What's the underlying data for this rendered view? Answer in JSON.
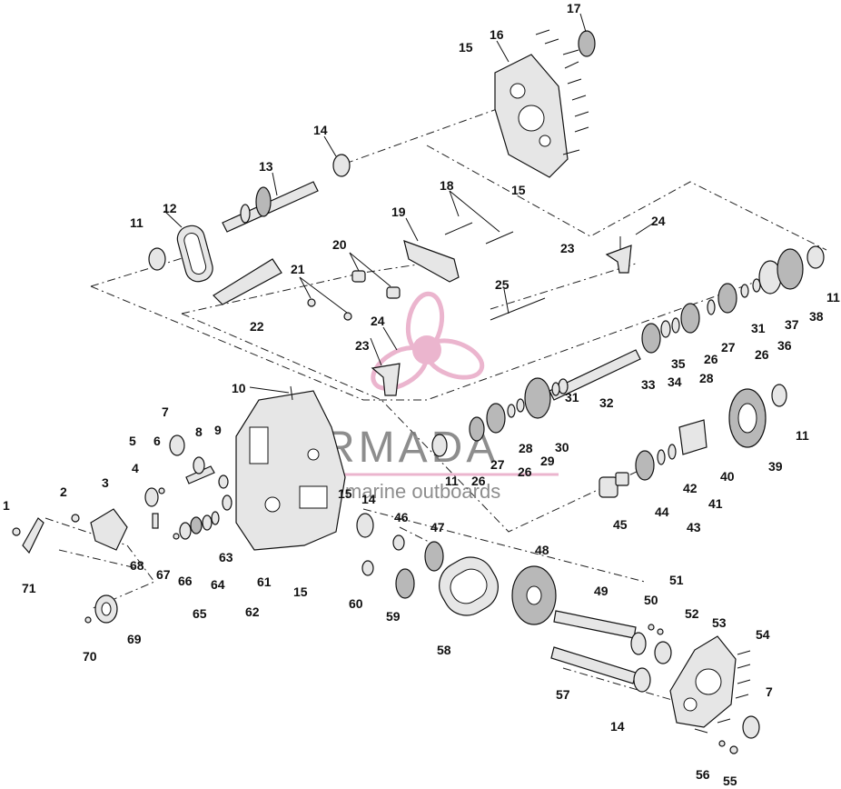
{
  "watermark": {
    "brand": "ARMADA",
    "tagline": "marine outboards",
    "color": "#e8a9c6"
  },
  "callouts": [
    "1",
    "2",
    "3",
    "4",
    "5",
    "6",
    "7",
    "8",
    "9",
    "10",
    "11",
    "12",
    "13",
    "14",
    "15",
    "16",
    "17",
    "18",
    "19",
    "20",
    "21",
    "22",
    "23",
    "24",
    "25",
    "26",
    "27",
    "28",
    "29",
    "30",
    "31",
    "32",
    "33",
    "34",
    "35",
    "36",
    "37",
    "38",
    "39",
    "40",
    "41",
    "42",
    "43",
    "44",
    "45",
    "46",
    "47",
    "48",
    "49",
    "50",
    "51",
    "52",
    "53",
    "54",
    "55",
    "56",
    "57",
    "58",
    "59",
    "60",
    "61",
    "62",
    "63",
    "64",
    "65",
    "66",
    "67",
    "68",
    "69",
    "70",
    "71"
  ]
}
